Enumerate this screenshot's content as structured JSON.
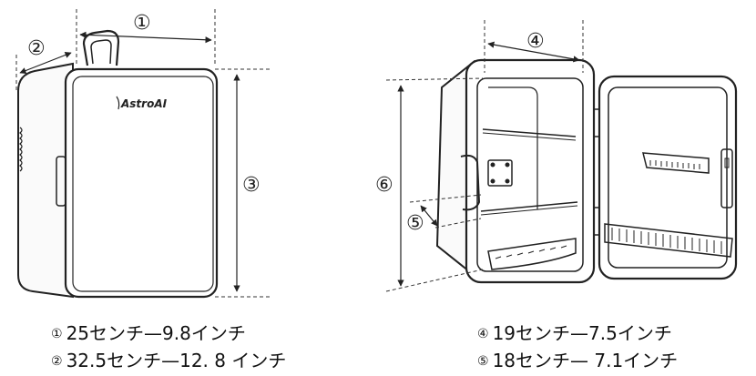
{
  "brand_logo": "AstroAI",
  "markers": {
    "m1": "①",
    "m2": "②",
    "m3": "③",
    "m4": "④",
    "m5": "⑤",
    "m6": "⑥"
  },
  "legend": {
    "left": [
      {
        "marker": "①",
        "text": "25センチ—9.8インチ"
      },
      {
        "marker": "②",
        "text": "32.5センチ—12. 8 インチ"
      }
    ],
    "right": [
      {
        "marker": "④",
        "text": "19センチ—7.5インチ"
      },
      {
        "marker": "⑤",
        "text": "18センチ— 7.1インチ"
      }
    ]
  }
}
